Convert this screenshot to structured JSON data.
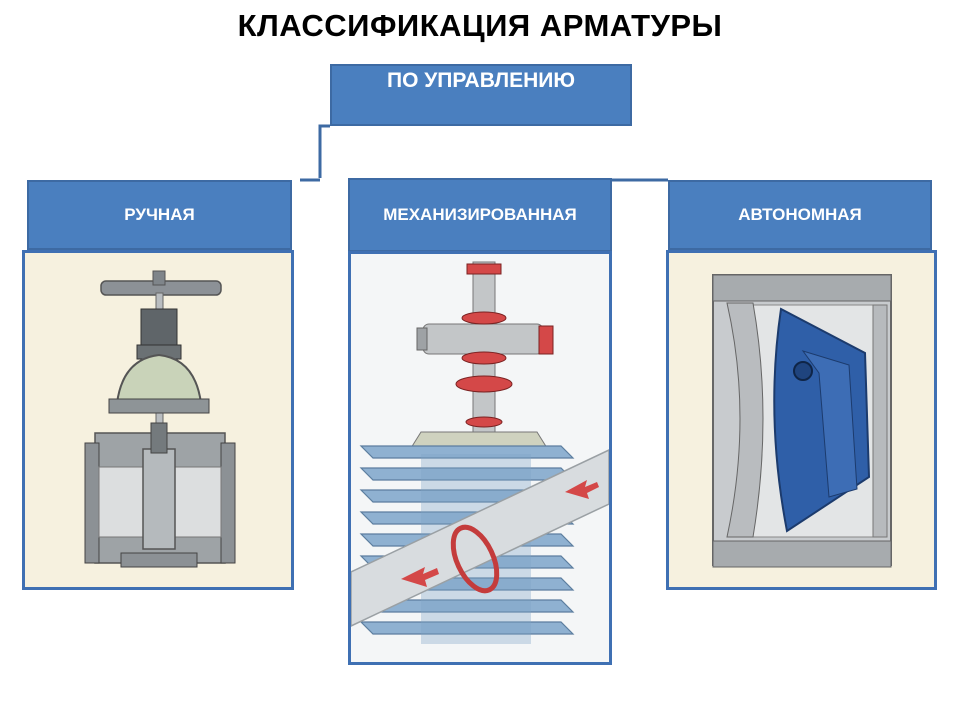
{
  "title": "КЛАССИФИКАЦИЯ АРМАТУРЫ",
  "root": {
    "label": "ПО УПРАВЛЕНИЮ"
  },
  "categories": [
    {
      "label": "РУЧНАЯ"
    },
    {
      "label": "МЕХАНИЗИРОВАННАЯ"
    },
    {
      "label": "АВТОНОМНАЯ"
    }
  ],
  "colors": {
    "header_fill": "#4a7fbf",
    "panel_border": "#3f70b3",
    "connector": "#3d6aa3"
  }
}
